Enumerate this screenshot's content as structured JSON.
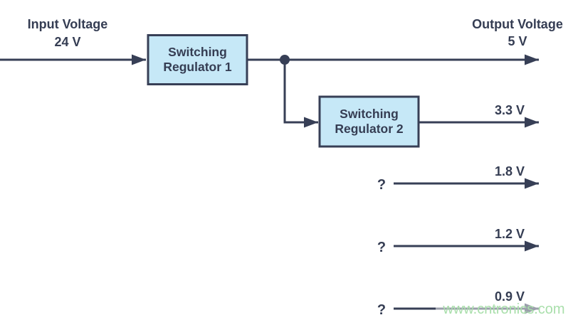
{
  "diagram": {
    "input": {
      "label": "Input Voltage",
      "value": "24 V"
    },
    "output_header": {
      "label": "Output Voltage"
    },
    "regulators": [
      {
        "line1": "Switching",
        "line2": "Regulator 1"
      },
      {
        "line1": "Switching",
        "line2": "Regulator 2"
      }
    ],
    "outputs": [
      {
        "voltage": "5 V"
      },
      {
        "voltage": "3.3 V"
      },
      {
        "voltage": "1.8 V",
        "source_label": "?"
      },
      {
        "voltage": "1.2 V",
        "source_label": "?"
      },
      {
        "voltage": "0.9 V",
        "source_label": "?"
      }
    ],
    "watermark": "www.cntronics.com",
    "colors": {
      "line": "#373f56",
      "text": "#353d53",
      "box_fill": "#c6e8f7",
      "box_border": "#373f56",
      "watermark": "#a9dfab",
      "background": "#ffffff"
    }
  }
}
